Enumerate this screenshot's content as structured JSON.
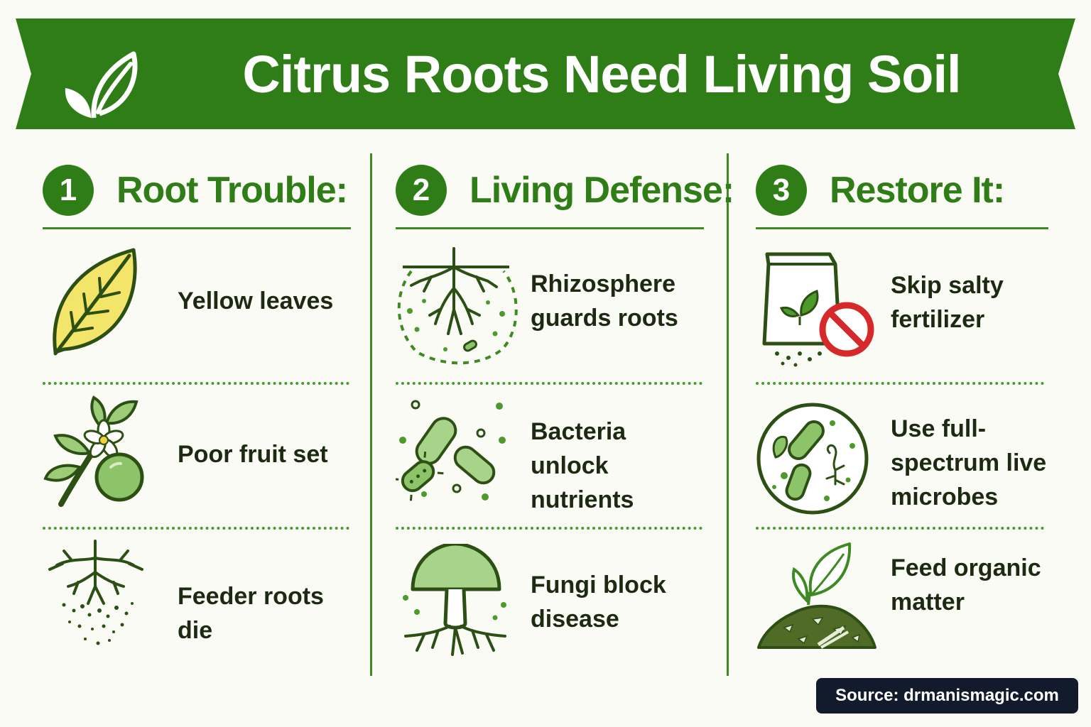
{
  "title": "Citrus Roots Need Living Soil",
  "columns": [
    {
      "number": "1",
      "heading": "Root Trouble:",
      "items": [
        {
          "label": "Yellow leaves",
          "icon": "yellow-leaf-icon"
        },
        {
          "label": "Poor fruit set",
          "icon": "fruit-blossom-icon"
        },
        {
          "label": "Feeder roots die",
          "icon": "dying-roots-icon"
        }
      ]
    },
    {
      "number": "2",
      "heading": "Living Defense:",
      "items": [
        {
          "label": "Rhizosphere guards roots",
          "icon": "rhizosphere-icon"
        },
        {
          "label": "Bacteria unlock nutrients",
          "icon": "bacteria-icon"
        },
        {
          "label": "Fungi block disease",
          "icon": "mushroom-icon"
        }
      ]
    },
    {
      "number": "3",
      "heading": "Restore It:",
      "items": [
        {
          "label": "Skip salty fertilizer",
          "icon": "no-fertilizer-icon"
        },
        {
          "label": "Use full-spectrum live microbes",
          "icon": "microbes-circle-icon"
        },
        {
          "label": "Feed organic matter",
          "icon": "compost-sprout-icon"
        }
      ]
    }
  ],
  "source": "Source: drmanismagic.com",
  "colors": {
    "brand_green": "#2f7d16",
    "light_green": "#a8d48a",
    "leaf_yellow": "#f2e56a",
    "prohibit_red": "#d62a2a",
    "source_bg": "#111b2c"
  }
}
